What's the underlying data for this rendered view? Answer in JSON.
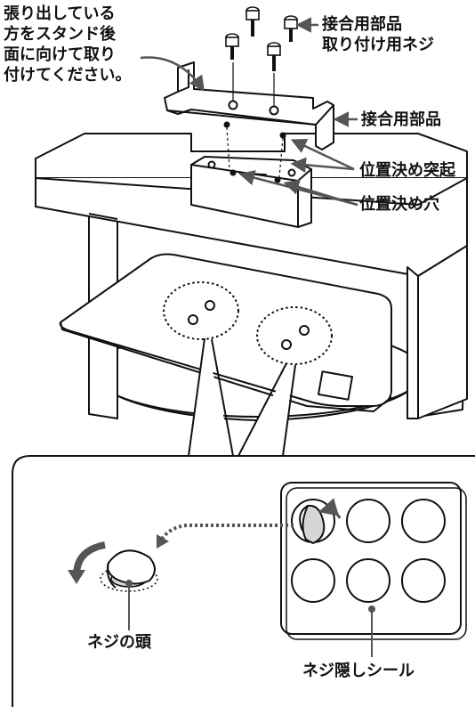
{
  "labels": {
    "instruction": [
      "張り出している",
      "方をスタンド後",
      "面に向けて取り",
      "付けてください。"
    ],
    "joint_screws": [
      "接合用部品",
      "取り付け用ネジ"
    ],
    "joint_part": "接合用部品",
    "positioning_pin": "位置決め突起",
    "positioning_hole": "位置決め穴",
    "screw_head": "ネジの頭",
    "screw_cover_seal": "ネジ隠しシール"
  },
  "colors": {
    "line": "#111111",
    "arrow": "#555555",
    "fill": "#ffffff",
    "shade": "#d6d6d6"
  }
}
